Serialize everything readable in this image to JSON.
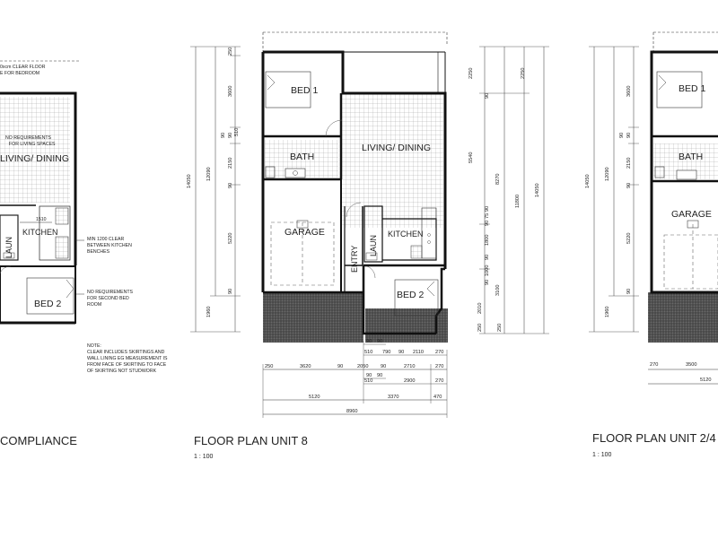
{
  "titles": {
    "left": "COMPLIANCE",
    "center": "FLOOR PLAN UNIT 8",
    "center_scale": "1 : 100",
    "right": "FLOOR PLAN UNIT 2/4",
    "right_scale": "1 : 100"
  },
  "rooms_left": {
    "living": "LIVING/ DINING",
    "kitchen": "KITCHEN",
    "laun": "LAUN",
    "bed2": "BED 2"
  },
  "notes_left": {
    "clear_floor_1": "0xcm CLEAR FLOOR",
    "clear_floor_2": "E FOR BEDROOM",
    "no_req_living_1": "NO REQUIREMENTS",
    "no_req_living_2": "FOR LIVING SPACES",
    "dim_1510": "1510",
    "min_clear_1": "MIN 1200 CLEAR",
    "min_clear_2": "BETWEEN KITCHEN",
    "min_clear_3": "BENCHES",
    "no_req_bed_1": "NO REQUIREMENTS",
    "no_req_bed_2": "FOR SECOND BED",
    "no_req_bed_3": "ROOM",
    "note_1": "NOTE:",
    "note_2": "CLEAR INCLUDES SKIRTINGS AND",
    "note_3": "WALL LINING EG MEASUREMENT IS",
    "note_4": "FROM FACE OF SKIRTING TO FACE",
    "note_5": "OF SKIRTING NOT STUDWORK"
  },
  "rooms_center": {
    "bed1": "BED 1",
    "bath": "BATH",
    "living": "LIVING/ DINING",
    "garage": "GARAGE",
    "entry": "ENTRY",
    "laun": "LAUN",
    "kitchen": "KITCHEN",
    "bed2": "BED 2"
  },
  "rooms_right": {
    "bed1": "BED 1",
    "bath": "BATH",
    "garage": "GARAGE"
  },
  "dims_center_left": {
    "outer_total": "14050",
    "inner_total": "12090",
    "bottom": "1960",
    "seg_250": "250",
    "seg_3600": "3600",
    "seg_90a": "90",
    "seg_90b": "90",
    "seg_510": "510",
    "seg_2150": "2150",
    "seg_90c": "90",
    "seg_5220": "5220",
    "seg_90d": "90"
  },
  "dims_center_right": {
    "d2250a": "2250",
    "d2250b": "2250",
    "d90a": "90",
    "d5540": "5540",
    "d8270": "8270",
    "d11800": "11800",
    "d14050": "14050",
    "d90b": "90",
    "d75": "75",
    "d90c": "90",
    "d1800": "1800",
    "d90d": "90",
    "d1000": "1000",
    "d90e": "90",
    "d3100": "3100",
    "d2010": "2010",
    "d250a": "250",
    "d250b": "250"
  },
  "dims_center_bottom": {
    "row1_90a": "90",
    "row1_90b": "90",
    "row2_510": "510",
    "row2_790": "790",
    "row2_90": "90",
    "row2_2110": "2110",
    "row2_270": "270",
    "row3_250": "250",
    "row3_3620": "3620",
    "row3_90": "90",
    "row3_2050": "2050",
    "row3_90b": "90",
    "row3_2710": "2710",
    "row3_270": "270",
    "row4_90a": "90",
    "row4_90b": "90",
    "row5_510": "510",
    "row5_2900": "2900",
    "row5_270": "270",
    "row6_5120": "5120",
    "row6_3370": "3370",
    "row6_470": "470",
    "row7_8960": "8960"
  },
  "dims_right": {
    "outer_total": "14050",
    "inner_total": "12090",
    "bottom": "1960",
    "seg_3600": "3600",
    "seg_90": "90",
    "seg_90b": "90",
    "seg_2150": "2150",
    "seg_90c": "90",
    "seg_5220": "5220",
    "seg_90d": "90",
    "bottom_270": "270",
    "bottom_3500": "3500",
    "bottom_5120": "5120"
  }
}
